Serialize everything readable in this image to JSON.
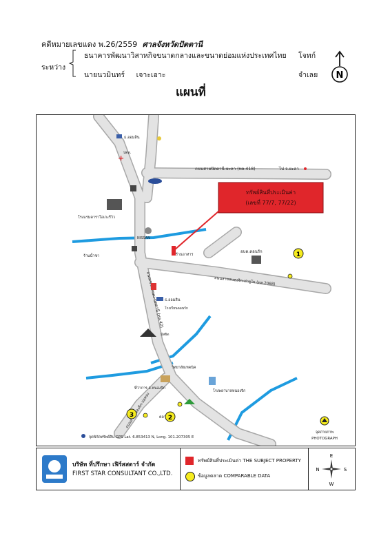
{
  "header": {
    "case_label": "คดีหมายเลขแดง",
    "case_number": "พ.26/2559",
    "court": "ศาลจังหวัดปัตตานี",
    "between_label": "ระหว่าง",
    "plaintiff_name": "ธนาคารพัฒนาวิสาหกิจขนาดกลางและขนาดย่อมแห่งประเทศไทย",
    "plaintiff_role": "โจทก์",
    "defendant_name": "นายนวมินทร์     เจาะเอาะ",
    "defendant_role": "จำเลย",
    "north_letter": "N"
  },
  "page_title": "แผนที่",
  "map": {
    "road_highway_top": "ถนนสายปัตตานี-ยะลา (ทล.418)",
    "to_yala": "ไป จ.ยะลา",
    "road_local": "ถนนสายหนองจิก-ท่ายูโย (ทล.2068)",
    "road_main_vertical": "ถนนเพชรเกษม-ปัตตานี (ทล.42)",
    "road_nongchik": "ถนนสายหนองจิก-บ่อทอง",
    "subject_callout_line1": "ทรัพย์สินที่ประเมินค่า",
    "subject_callout_line2": "(เลขที่ 77/7, 77/22)",
    "bank_logo_top": "ธ.ออมสิน",
    "bank_logo_mid": "ธ.ออมสิน",
    "station_top": "ปตท.",
    "condo_label": "โรงแรมคาราโอเกะรีวิว",
    "nissan_label": "NISSAN",
    "shop_label": "ร้านน้ำชา",
    "shop_label2": "ร้านอาหาร",
    "house_label": "อบต.ดอนรัก",
    "school_label": "โรงเรียนดอนรัก",
    "mosque_label": "มัสยิด",
    "district_office": "ที่ว่าการ อ.หนองจิก",
    "hospital_label": "โรงพยาบาลหนองจิก",
    "college_label": "วิทยาลัยเทคนิค",
    "market_label": "ตลาดนัด",
    "gps_note": "จุดพิกัดทรัพย์สิน GPS Lat. 6.853413 N, Long. 101.207305 E",
    "photograph_thai": "จุดถ่ายภาพ",
    "photograph_en": "PHOTOGRAPH",
    "comparables": [
      "1",
      "2",
      "3"
    ]
  },
  "legend": {
    "company_thai": "บริษัท ที่ปรึกษา เฟิร์สสตาร์ จำกัด",
    "company_en": "FIRST STAR CONSULTANT CO.,LTD.",
    "subject_thai": "ทรัพย์สินที่ประเมินค่า",
    "subject_en": "THE SUBJECT PROPERTY",
    "comparable_thai": "ข้อมูลตลาด",
    "comparable_en": "COMPARABLE DATA",
    "compass": {
      "n": "N",
      "s": "S",
      "e": "E",
      "w": "W"
    }
  },
  "colors": {
    "subject_red": "#e0262b",
    "comparable_yellow": "#f6ec1e",
    "river_blue": "#1e9be0",
    "road_gray": "#d9d9d9",
    "road_edge": "#a7a7a7"
  }
}
